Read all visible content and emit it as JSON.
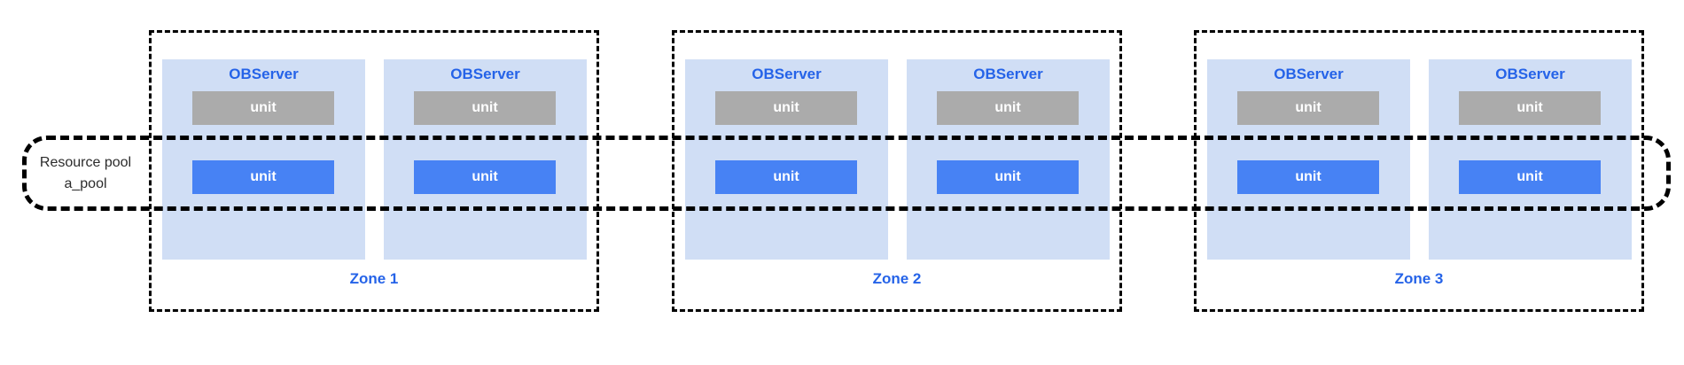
{
  "resource_pool": {
    "name_line1": "Resource pool",
    "name_line2": "a_pool"
  },
  "zones": [
    {
      "label": "Zone 1",
      "servers": [
        {
          "title": "OBServer",
          "units": [
            {
              "label": "unit"
            },
            {
              "label": "unit"
            }
          ]
        },
        {
          "title": "OBServer",
          "units": [
            {
              "label": "unit"
            },
            {
              "label": "unit"
            }
          ]
        }
      ]
    },
    {
      "label": "Zone 2",
      "servers": [
        {
          "title": "OBServer",
          "units": [
            {
              "label": "unit"
            },
            {
              "label": "unit"
            }
          ]
        },
        {
          "title": "OBServer",
          "units": [
            {
              "label": "unit"
            },
            {
              "label": "unit"
            }
          ]
        }
      ]
    },
    {
      "label": "Zone 3",
      "servers": [
        {
          "title": "OBServer",
          "units": [
            {
              "label": "unit"
            },
            {
              "label": "unit"
            }
          ]
        },
        {
          "title": "OBServer",
          "units": [
            {
              "label": "unit"
            },
            {
              "label": "unit"
            }
          ]
        }
      ]
    }
  ],
  "colors": {
    "observer_background": "#d0def5",
    "unit_gray": "#ababab",
    "unit_blue": "#4782f4",
    "heading_blue": "#2563e8",
    "dashed_border": "#000000",
    "pool_label_text": "#2b2b2b"
  }
}
